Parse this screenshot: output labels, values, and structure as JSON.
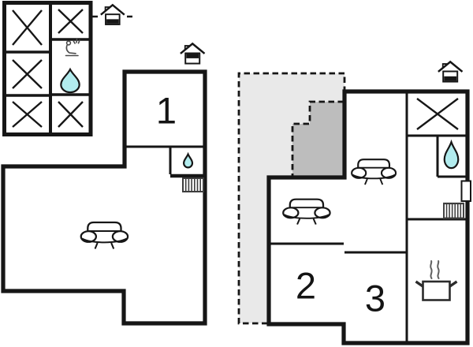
{
  "floorplan": {
    "kind": "holiday-house floor plan",
    "room_labels": [
      {
        "id": "room-1",
        "label": "1"
      },
      {
        "id": "room-2",
        "label": "2"
      },
      {
        "id": "room-3",
        "label": "3"
      }
    ],
    "colors": {
      "background": "#ffffff",
      "wall": "#161616",
      "terrace_light": "#e9e9e9",
      "terrace_dark": "#bdbdbd",
      "water_drop": "#b2ecee",
      "radiator": "#3d3d3d",
      "steam": "#5f5f5f"
    },
    "icons": {
      "bed": "x-cross",
      "bathroom": "water-drop",
      "shower": "shower-person",
      "living_area": "sofa",
      "heating": "radiator",
      "kitchen": "steaming-pot",
      "floor_marker": "house-with-floor-band",
      "window": "white-rect-in-wall"
    }
  }
}
